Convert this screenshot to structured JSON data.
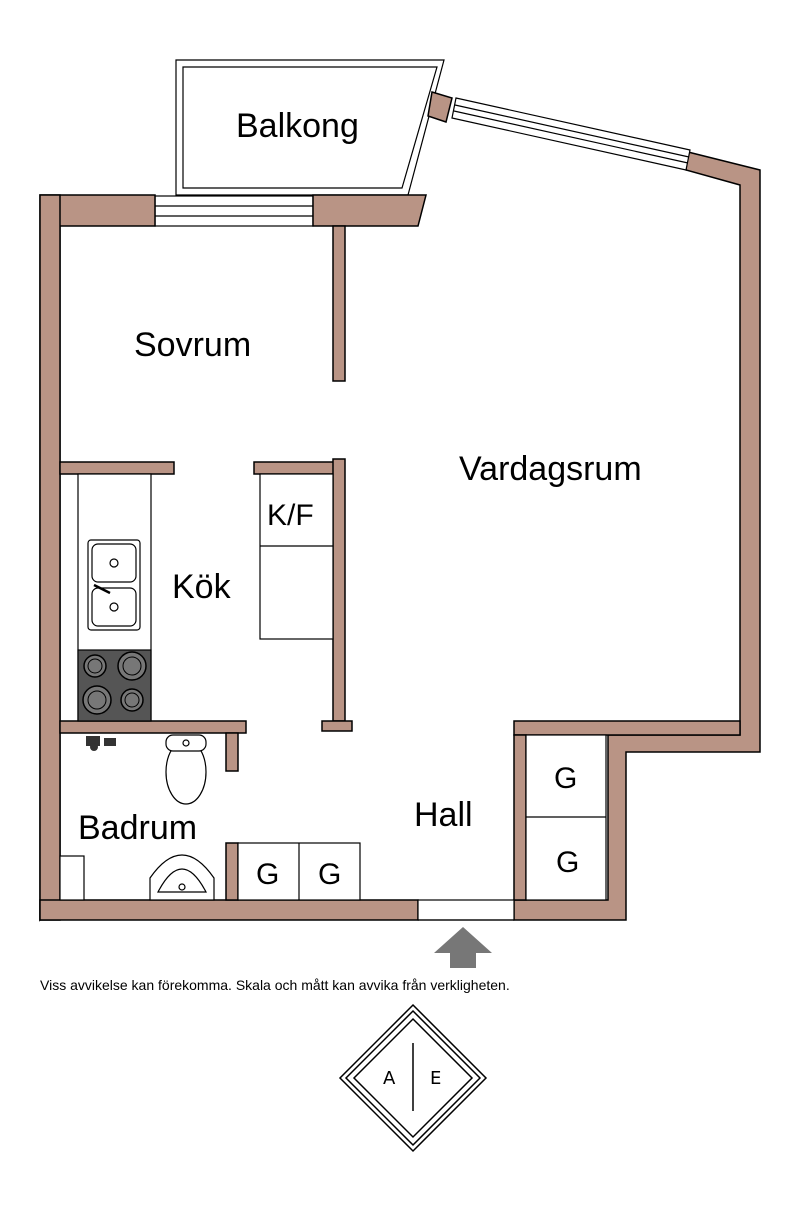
{
  "rooms": {
    "balkong": "Balkong",
    "sovrum": "Sovrum",
    "vardagsrum": "Vardagsrum",
    "kok": "Kök",
    "kf": "K/F",
    "badrum": "Badrum",
    "hall": "Hall"
  },
  "storage": {
    "right_top": "G",
    "right_bottom": "G",
    "bottom_left": "G",
    "bottom_right": "G"
  },
  "disclaimer": "Viss avvikelse kan förekomma. Skala och mått kan avvika från verkligheten.",
  "compass": {
    "left": "A",
    "right": "E"
  },
  "icons": [
    "entrance-arrow-icon",
    "compass-icon",
    "sink-icon",
    "stove-icon",
    "toilet-icon",
    "washbasin-icon",
    "faucet-icon"
  ],
  "colors": {
    "wall": "#b99485",
    "stove": "#555555"
  }
}
